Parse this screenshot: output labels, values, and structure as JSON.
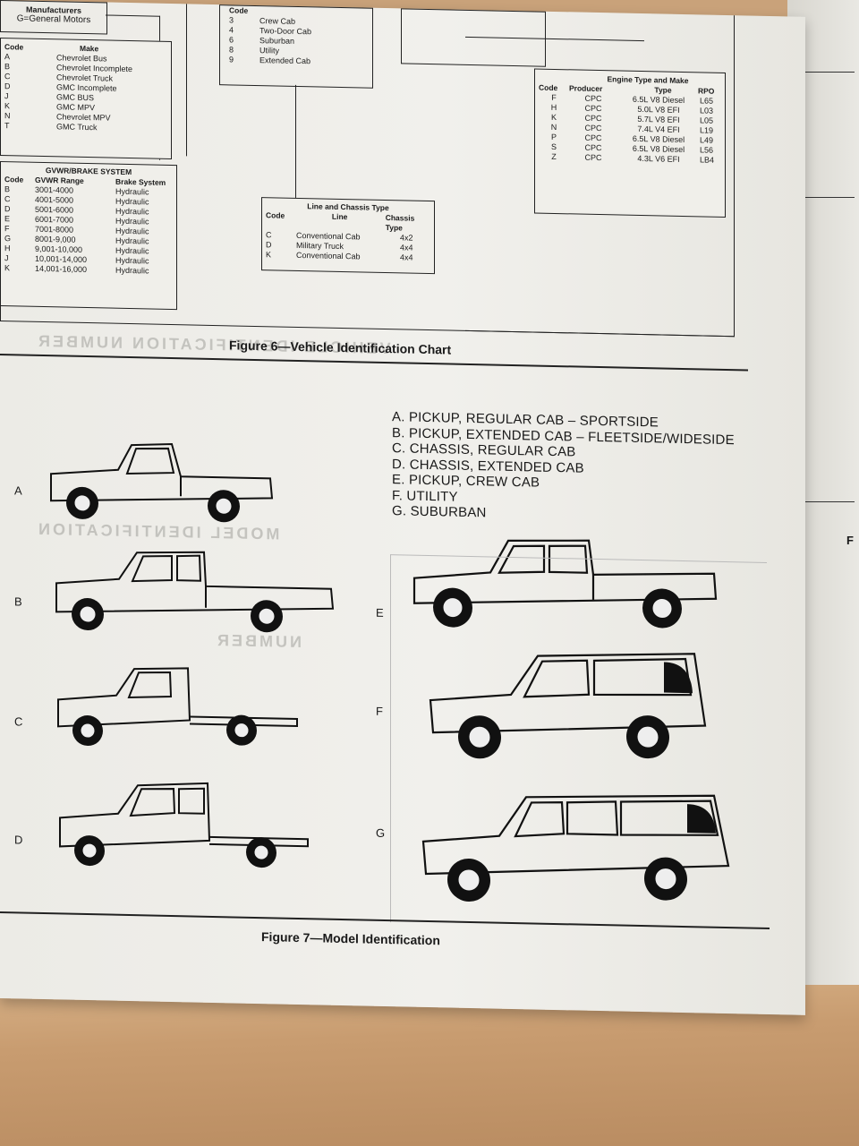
{
  "manufacturers": {
    "title": "Manufacturers",
    "value": "G=General Motors"
  },
  "body_type": {
    "header": "Code",
    "rows": [
      {
        "code": "3",
        "label": "Crew Cab"
      },
      {
        "code": "4",
        "label": "Two-Door Cab"
      },
      {
        "code": "6",
        "label": "Suburban"
      },
      {
        "code": "8",
        "label": "Utility"
      },
      {
        "code": "9",
        "label": "Extended Cab"
      }
    ]
  },
  "make": {
    "header_code": "Code",
    "header_make": "Make",
    "rows": [
      {
        "code": "A",
        "label": "Chevrolet Bus"
      },
      {
        "code": "B",
        "label": "Chevrolet Incomplete"
      },
      {
        "code": "C",
        "label": "Chevrolet Truck"
      },
      {
        "code": "D",
        "label": "GMC Incomplete"
      },
      {
        "code": "J",
        "label": "GMC BUS"
      },
      {
        "code": "K",
        "label": "GMC MPV"
      },
      {
        "code": "N",
        "label": "Chevrolet MPV"
      },
      {
        "code": "T",
        "label": "GMC Truck"
      }
    ]
  },
  "gvwr": {
    "title": "GVWR/BRAKE SYSTEM",
    "h_code": "Code",
    "h_range": "GVWR Range",
    "h_brake": "Brake System",
    "rows": [
      {
        "code": "B",
        "range": "3001-4000",
        "brake": "Hydraulic"
      },
      {
        "code": "C",
        "range": "4001-5000",
        "brake": "Hydraulic"
      },
      {
        "code": "D",
        "range": "5001-6000",
        "brake": "Hydraulic"
      },
      {
        "code": "E",
        "range": "6001-7000",
        "brake": "Hydraulic"
      },
      {
        "code": "F",
        "range": "7001-8000",
        "brake": "Hydraulic"
      },
      {
        "code": "G",
        "range": "8001-9,000",
        "brake": "Hydraulic"
      },
      {
        "code": "H",
        "range": "9,001-10,000",
        "brake": "Hydraulic"
      },
      {
        "code": "J",
        "range": "10,001-14,000",
        "brake": "Hydraulic"
      },
      {
        "code": "K",
        "range": "14,001-16,000",
        "brake": "Hydraulic"
      }
    ]
  },
  "line_chassis": {
    "title": "Line and Chassis Type",
    "h_code": "Code",
    "h_line": "Line",
    "h_type": "Chassis Type",
    "rows": [
      {
        "code": "C",
        "line": "Conventional Cab",
        "type": "4x2"
      },
      {
        "code": "D",
        "line": "Military Truck",
        "type": "4x4"
      },
      {
        "code": "K",
        "line": "Conventional Cab",
        "type": "4x4"
      }
    ]
  },
  "engine": {
    "title": "Engine Type and Make",
    "h_code": "Code",
    "h_producer": "Producer",
    "h_type": "Type",
    "h_rpo": "RPO",
    "rows": [
      {
        "code": "F",
        "producer": "CPC",
        "type": "6.5L V8 Diesel",
        "rpo": "L65"
      },
      {
        "code": "H",
        "producer": "CPC",
        "type": "5.0L V8 EFI",
        "rpo": "L03"
      },
      {
        "code": "K",
        "producer": "CPC",
        "type": "5.7L V8 EFI",
        "rpo": "L05"
      },
      {
        "code": "N",
        "producer": "CPC",
        "type": "7.4L V4 EFI",
        "rpo": "L19"
      },
      {
        "code": "P",
        "producer": "CPC",
        "type": "6.5L V8 Diesel",
        "rpo": "L49"
      },
      {
        "code": "S",
        "producer": "CPC",
        "type": "6.5L V8 Diesel",
        "rpo": "L56"
      },
      {
        "code": "Z",
        "producer": "CPC",
        "type": "4.3L V6 EFI",
        "rpo": "LB4"
      }
    ]
  },
  "figure6_caption": "Figure 6—Vehicle Identification Chart",
  "figure7_caption": "Figure 7—Model Identification",
  "models": [
    "A. PICKUP, REGULAR CAB – SPORTSIDE",
    "B. PICKUP, EXTENDED CAB – FLEETSIDE/WIDESIDE",
    "C. CHASSIS, REGULAR CAB",
    "D. CHASSIS, EXTENDED CAB",
    "E. PICKUP, CREW CAB",
    "F. UTILITY",
    "G. SUBURBAN"
  ],
  "letters": [
    "A",
    "B",
    "C",
    "D",
    "E",
    "F",
    "G"
  ],
  "bleed": {
    "heading1": "VEHICLE IDENTIFICATION NUMBER",
    "heading2": "MODEL IDENTIFICATION",
    "heading3": "NUMBER"
  },
  "page2_letter": "F"
}
